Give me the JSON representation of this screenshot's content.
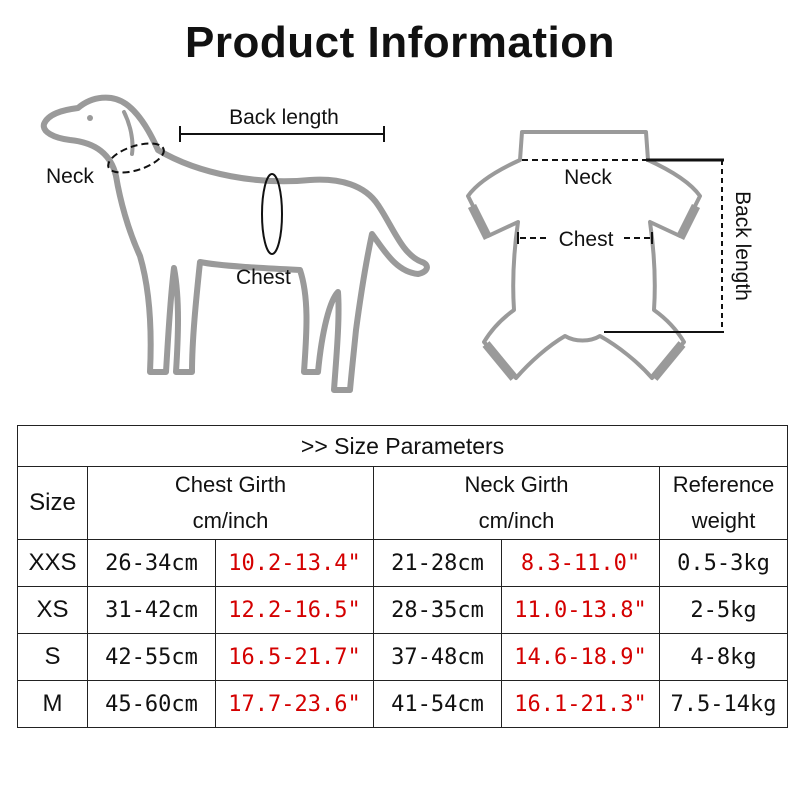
{
  "title": "Product Information",
  "diagram": {
    "dog_labels": {
      "back_length": "Back length",
      "neck": "Neck",
      "chest": "Chest"
    },
    "garment_labels": {
      "neck": "Neck",
      "chest": "Chest",
      "back_length": "Back length"
    },
    "line_color": "#9a9a9a"
  },
  "table": {
    "caption": ">> Size Parameters",
    "headers": {
      "size": "Size",
      "chest_line1": "Chest Girth",
      "chest_line2": "cm/inch",
      "neck_line1": "Neck Girth",
      "neck_line2": "cm/inch",
      "ref_line1": "Reference",
      "ref_line2": "weight"
    },
    "rows": [
      {
        "size": "XXS",
        "chest_cm": "26-34cm",
        "chest_in": "10.2-13.4\"",
        "neck_cm": "21-28cm",
        "neck_in": "8.3-11.0\"",
        "weight": "0.5-3kg"
      },
      {
        "size": "XS",
        "chest_cm": "31-42cm",
        "chest_in": "12.2-16.5\"",
        "neck_cm": "28-35cm",
        "neck_in": "11.0-13.8\"",
        "weight": "2-5kg"
      },
      {
        "size": "S",
        "chest_cm": "42-55cm",
        "chest_in": "16.5-21.7\"",
        "neck_cm": "37-48cm",
        "neck_in": "14.6-18.9\"",
        "weight": "4-8kg"
      },
      {
        "size": "M",
        "chest_cm": "45-60cm",
        "chest_in": "17.7-23.6\"",
        "neck_cm": "41-54cm",
        "neck_in": "16.1-21.3\"",
        "weight": "7.5-14kg"
      }
    ],
    "accent_color": "#d40000"
  }
}
